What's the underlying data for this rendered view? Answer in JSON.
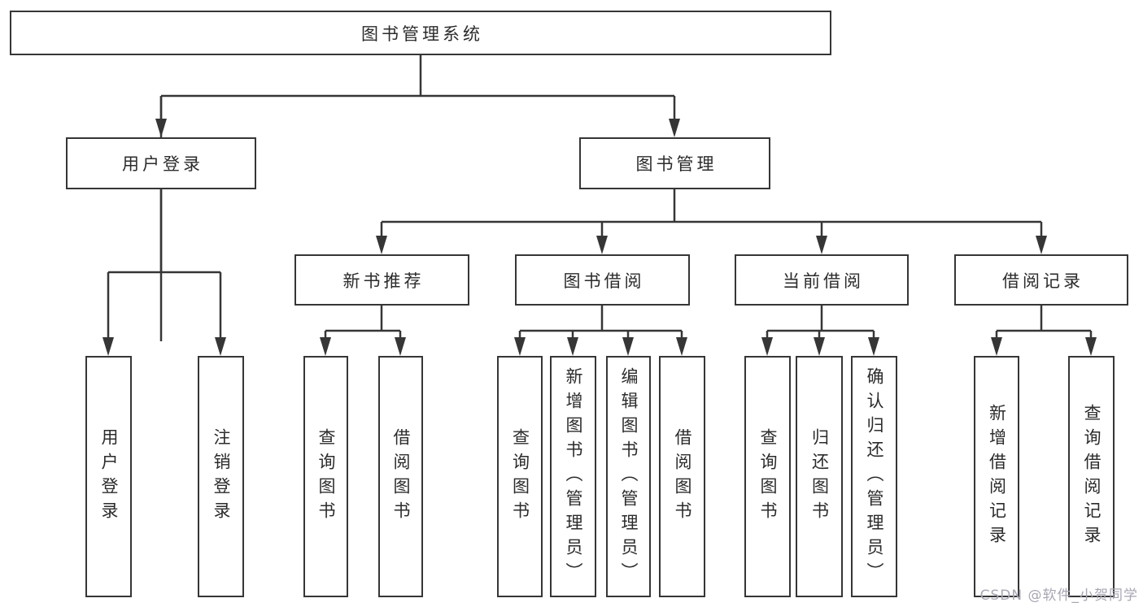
{
  "diagram": {
    "root": "图书管理系统",
    "user_login_branch": {
      "label": "用户登录",
      "children": [
        "用户登录",
        "注销登录"
      ]
    },
    "book_mgmt_branch": {
      "label": "图书管理",
      "sections": [
        {
          "label": "新书推荐",
          "children": [
            "查询图书",
            "借阅图书"
          ]
        },
        {
          "label": "图书借阅",
          "children": [
            "查询图书",
            "新增图书（管理员）",
            "编辑图书（管理员）",
            "借阅图书"
          ]
        },
        {
          "label": "当前借阅",
          "children": [
            "查询图书",
            "归还图书",
            "确认归还（管理员）"
          ]
        },
        {
          "label": "借阅记录",
          "children": [
            "新增借阅记录",
            "查询借阅记录"
          ]
        }
      ]
    }
  },
  "watermark": "CSDN @软件_小贺同学",
  "colors": {
    "line": "#363636",
    "text": "#2b2b2b",
    "background": "#ffffff",
    "watermark": "#a7a7b4"
  }
}
